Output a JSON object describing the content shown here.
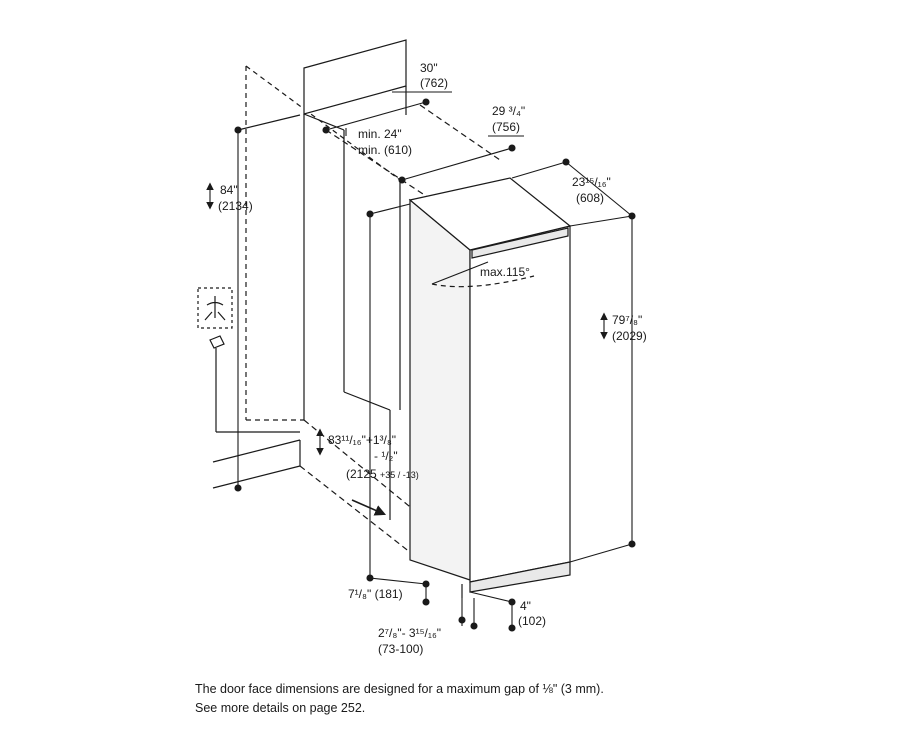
{
  "labels": {
    "width_in": "30\"",
    "width_mm": "(762)",
    "depth_in": "29 ³/₄\"",
    "depth_mm": "(756)",
    "min_depth_in": "min. 24\"",
    "min_depth_mm": "min. (610)",
    "body_depth_in": "23¹⁵/₁₆\"",
    "body_depth_mm": "(608)",
    "niche_height_in": "84\"",
    "niche_height_mm": "(2134)",
    "appliance_height_in": "79⁷/₈\"",
    "appliance_height_mm": "(2029)",
    "door_angle": "max.115°",
    "door_height_in": "83¹¹/₁₆\"+1³/₈\"",
    "door_height_tol_in": "- ¹/₂\"",
    "door_height_mm": "(2125",
    "door_height_tol_mm": "+35 / -13)",
    "plinth_in": "7¹/₈\" (181)",
    "foot_in": "4\"",
    "foot_mm": "(102)",
    "toe_in": "2⁷/₈\"- 3¹⁵/₁₆\"",
    "toe_mm": "(73-100)"
  },
  "icons": {
    "water_supply": "water-connection-icon",
    "faucet": "faucet-icon"
  },
  "note": {
    "line1": "The door face dimensions are designed for a maximum gap of ⅛\" (3 mm).",
    "line2": "See more details on page 252."
  }
}
